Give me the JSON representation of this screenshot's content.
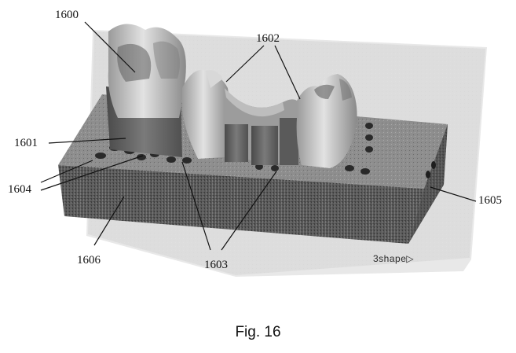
{
  "figure": {
    "caption": "Fig. 16",
    "brand_mark": "3shape",
    "brand_icon": "triangle-icon",
    "references": {
      "r1600": "1600",
      "r1601": "1601",
      "r1602": "1602",
      "r1603": "1603",
      "r1604": "1604",
      "r1605": "1605",
      "r1606": "1606"
    },
    "colors": {
      "background": "#ffffff",
      "photo_backdrop": "#e6e6e6",
      "base_front": "#5e5e5e",
      "base_top": "#8c8c8c",
      "model_light": "#cfcfcf",
      "model_dark": "#6a6a6a",
      "ink": "#111111"
    }
  }
}
